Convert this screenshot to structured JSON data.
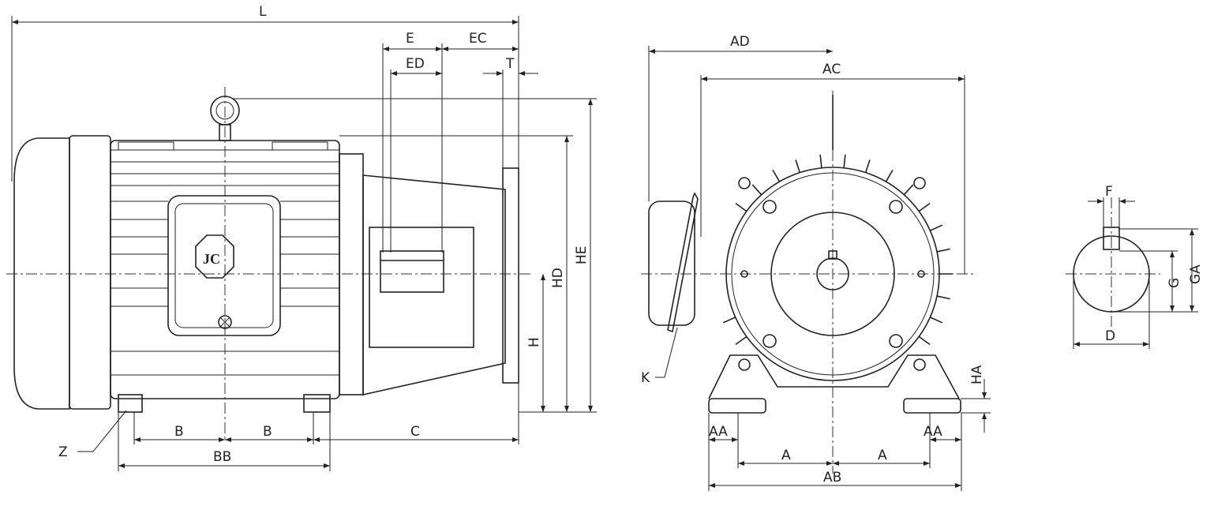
{
  "side_view": {
    "logo": "JC",
    "labels": {
      "L": "L",
      "E": "E",
      "EC": "EC",
      "ED": "ED",
      "T": "T",
      "HE": "HE",
      "HD": "HD",
      "H": "H",
      "Z": "Z",
      "B1": "B",
      "B2": "B",
      "C": "C",
      "BB": "BB"
    }
  },
  "front_view": {
    "labels": {
      "AD": "AD",
      "AC": "AC",
      "K": "K",
      "HA": "HA",
      "AA1": "AA",
      "AA2": "AA",
      "A1": "A",
      "A2": "A",
      "AB": "AB"
    }
  },
  "shaft_view": {
    "labels": {
      "F": "F",
      "GA": "GA",
      "G": "G",
      "D": "D"
    }
  }
}
